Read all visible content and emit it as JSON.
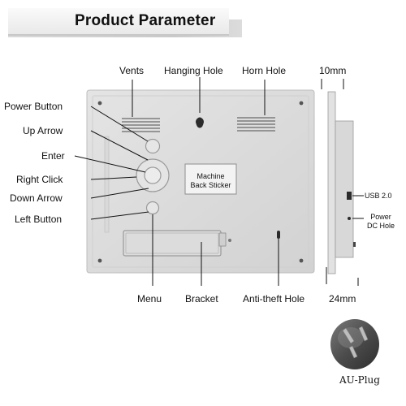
{
  "header": {
    "title": "Product Parameter"
  },
  "labels": {
    "vents": "Vents",
    "hanging_hole": "Hanging Hole",
    "horn_hole": "Horn Hole",
    "power_button": "Power Button",
    "up_arrow": "Up Arrow",
    "enter": "Enter",
    "right_click": "Right Click",
    "down_arrow": "Down Arrow",
    "left_button": "Left Button",
    "menu": "Menu",
    "bracket": "Bracket",
    "anti_theft_hole": "Anti-theft Hole",
    "sticker_line1": "Machine",
    "sticker_line2": "Back Sticker"
  },
  "side_view": {
    "thickness_top": "10mm",
    "thickness_bottom": "24mm",
    "usb": "USB 2.0",
    "power_line1": "Power",
    "power_line2": "DC Hole"
  },
  "plug": {
    "label": "AU-Plug"
  }
}
